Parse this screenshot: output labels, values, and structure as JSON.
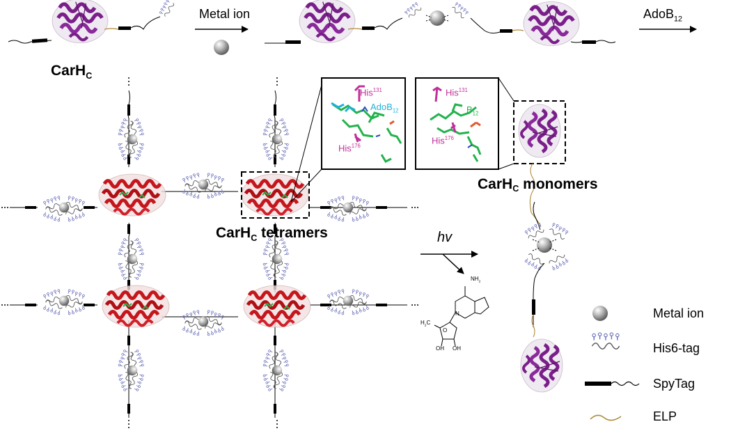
{
  "labels": {
    "metal_ion_step": "Metal ion",
    "adob12_step": "AdoB",
    "adob12_step_sub": "12",
    "carhc": "CarH",
    "carhc_sub": "C",
    "tetramers": "tetramers",
    "monomers": "monomers",
    "hv": "hv"
  },
  "inset_left": {
    "his_top": "His",
    "his_top_sup": "131",
    "cofactor": "AdoB",
    "cofactor_sub": "12",
    "his_bottom": "His",
    "his_bottom_sup": "176"
  },
  "inset_right": {
    "his_top": "His",
    "his_top_sup": "131",
    "cofactor": "B",
    "cofactor_sub": "12",
    "his_bottom": "His",
    "his_bottom_sup": "176"
  },
  "adenosine": {
    "nh2": "NH",
    "nh2_sub": "2",
    "n": "N",
    "ch2": "H",
    "ch2_sub": "2",
    "ch2_c": "C",
    "oh": "OH",
    "o": "O"
  },
  "legend": [
    {
      "label": "Metal ion",
      "icon": "metal-ion-sphere-icon"
    },
    {
      "label": "His6-tag",
      "icon": "his-tag-icon"
    },
    {
      "label": "SpyTag",
      "icon": "spytag-icon"
    },
    {
      "label": "ELP",
      "icon": "elp-icon"
    }
  ],
  "colors": {
    "purple_protein": "#7a1f8a",
    "red_protein": "#c4161c",
    "green_ligand": "#22b24c",
    "magenta_his": "#c0309a",
    "cyan_label": "#1fb2d8",
    "elp": "#b08a3a",
    "his_tag": "#6a6fb8"
  }
}
